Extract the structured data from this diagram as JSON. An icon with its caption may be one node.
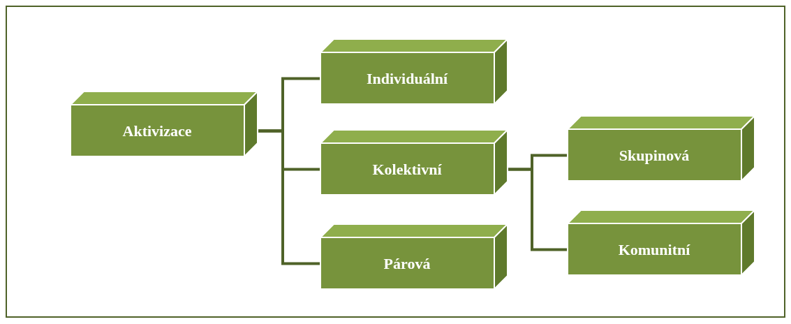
{
  "diagram": {
    "nodes": [
      {
        "text": [
          "Aktivizace"
        ]
      },
      {
        "text": [
          "Individuální"
        ]
      },
      {
        "text": [
          "Kolektivní"
        ]
      },
      {
        "text": [
          "Párová"
        ]
      },
      {
        "text": [
          "Skupinová"
        ]
      },
      {
        "text": [
          "Komunitní"
        ]
      }
    ],
    "edges": [
      {
        "from": 0,
        "to": 1,
        "arrow": "none"
      },
      {
        "from": 0,
        "to": 2,
        "arrow": "none"
      },
      {
        "from": 0,
        "to": 3,
        "arrow": "none"
      },
      {
        "from": 2,
        "to": 4,
        "arrow": "none"
      },
      {
        "from": 2,
        "to": 5,
        "arrow": "none"
      }
    ]
  }
}
